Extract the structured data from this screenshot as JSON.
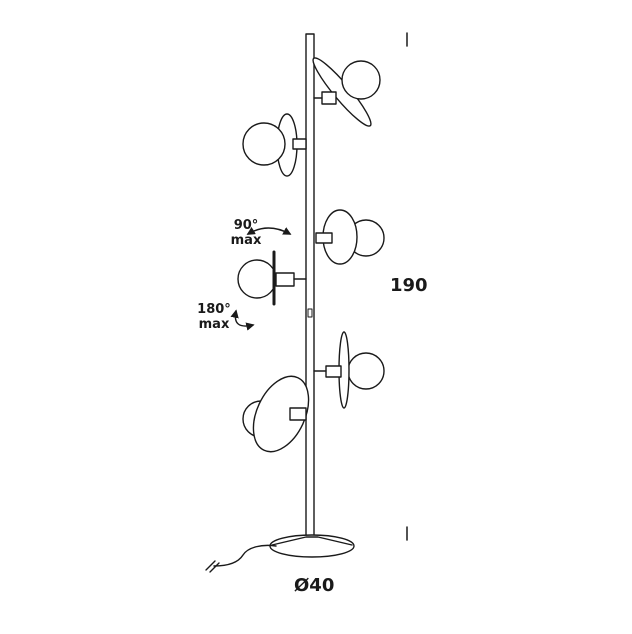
{
  "dimensions": {
    "height": "190",
    "base_diameter": "Ø40"
  },
  "rotation_notes": [
    {
      "angle": "90°",
      "word": "max"
    },
    {
      "angle": "180°",
      "word": "max"
    }
  ],
  "colors": {
    "line": "#1a1a1a",
    "background": "#ffffff"
  }
}
